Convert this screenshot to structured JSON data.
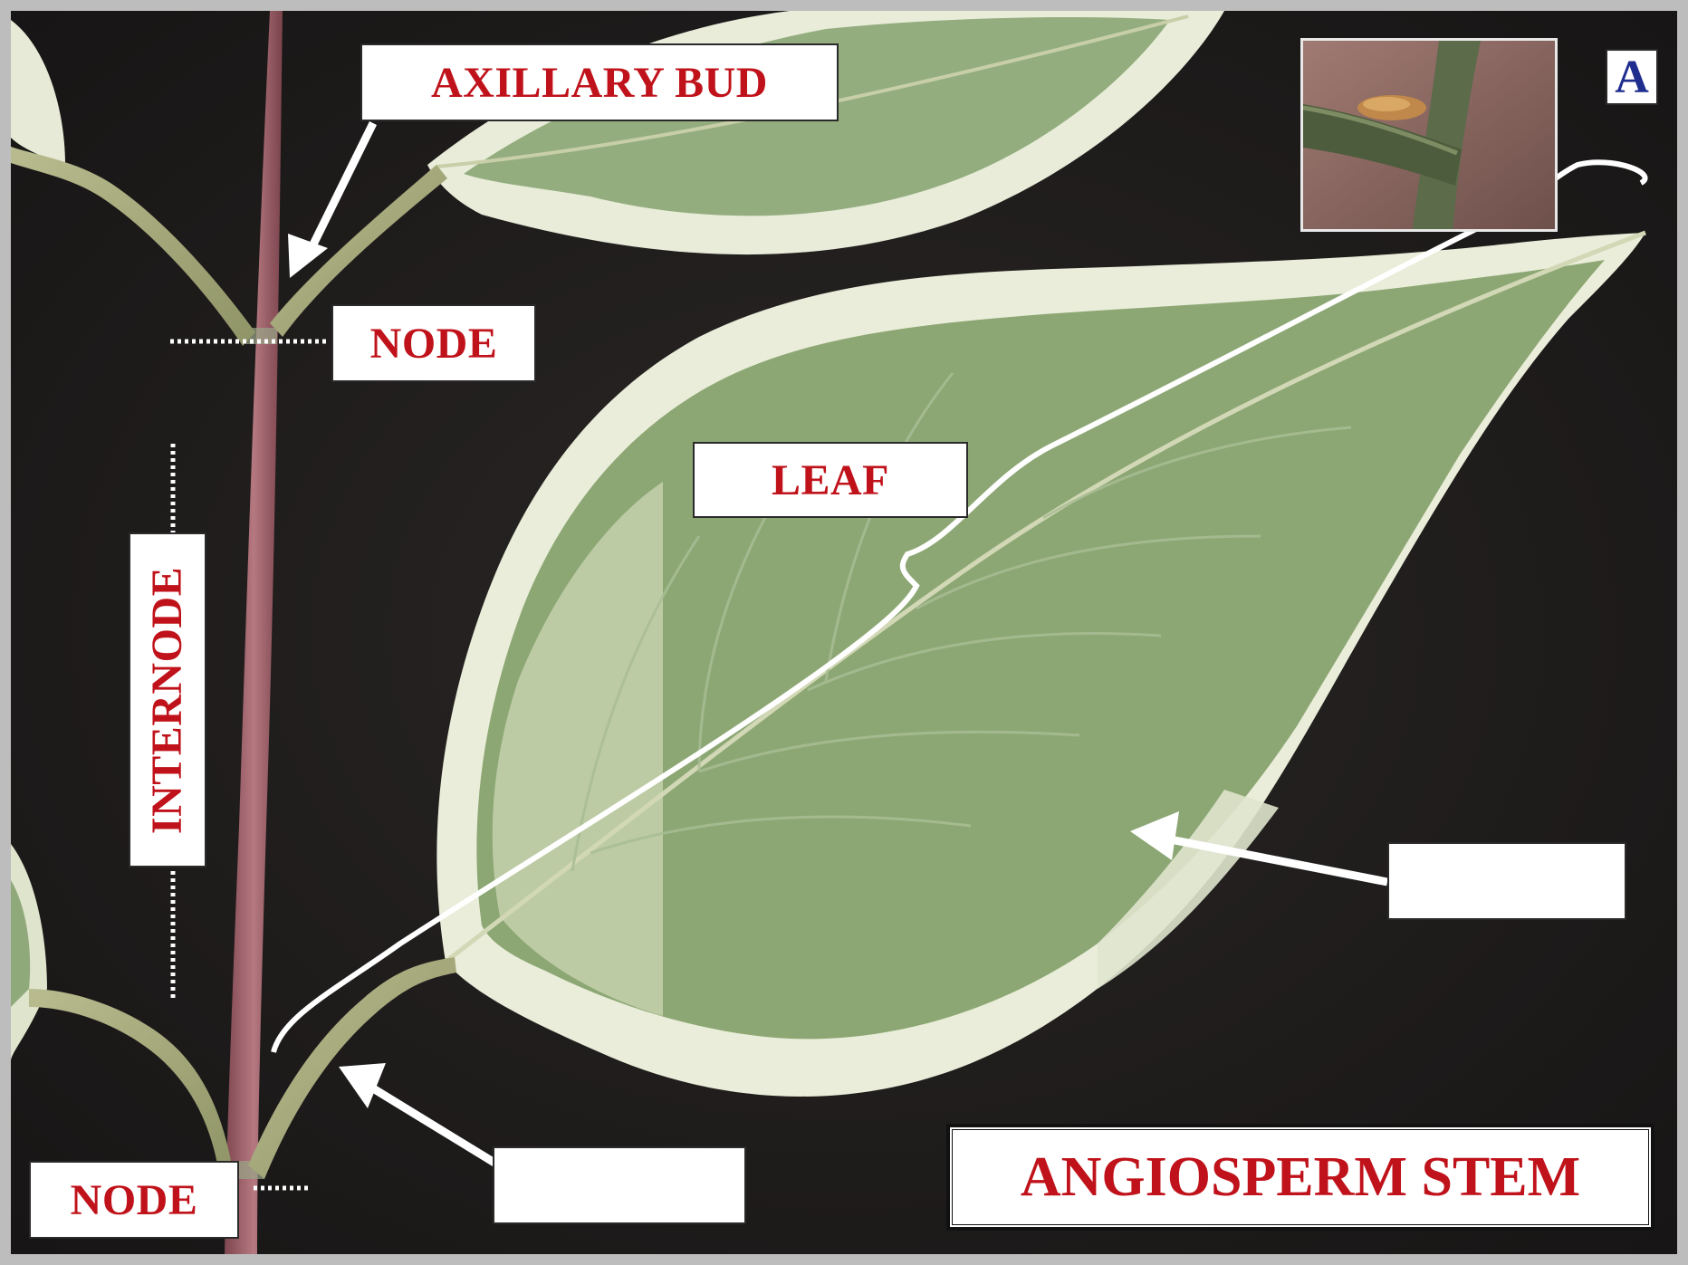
{
  "title": "ANGIOSPERM STEM",
  "panel_letter": "A",
  "labels": {
    "axillary_bud": "AXILLARY BUD",
    "node_top": "NODE",
    "leaf": "LEAF",
    "internode": "INTERNODE",
    "node_bottom": "NODE"
  },
  "blank_labels": [
    "",
    ""
  ],
  "colors": {
    "label_text": "#c0121a",
    "panel_letter": "#1f2d8f",
    "background": "#1e1c1b",
    "stem": "#a66870",
    "leaf_green": "#8da876",
    "leaf_margin": "#e9ecd8"
  }
}
